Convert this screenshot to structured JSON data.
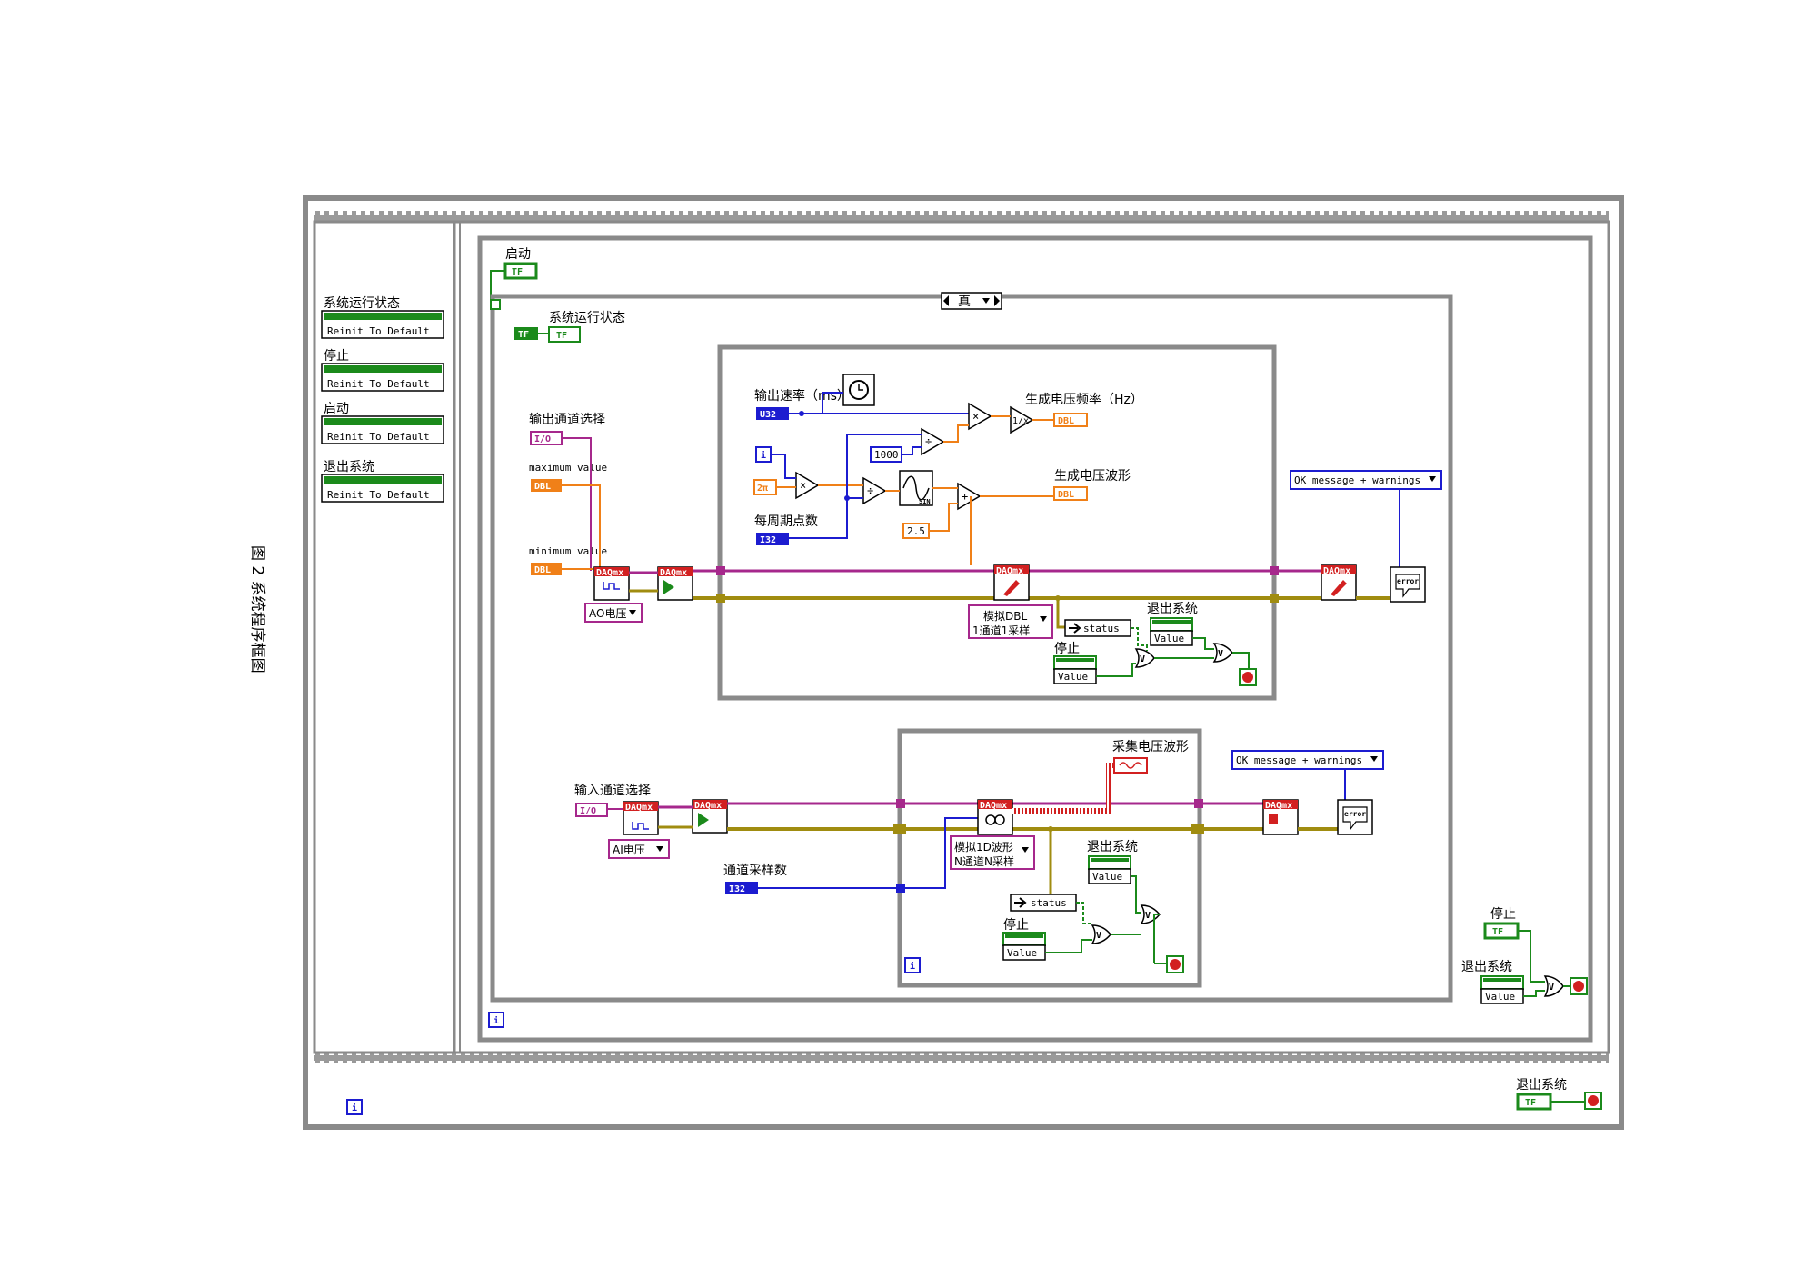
{
  "caption": "图 2 系统程序框图",
  "colors": {
    "boolean": "#1b8a1b",
    "dbl": "#f08018",
    "integer": "#1c1cd0",
    "ioname": "#a6288c",
    "error": "#a08c10",
    "frame": "#8a8a8a",
    "stop": "#d22020"
  },
  "left_panel": {
    "items": [
      {
        "label": "系统运行状态",
        "button": "Reinit To Default"
      },
      {
        "label": "停止",
        "button": "Reinit To Default"
      },
      {
        "label": "启动",
        "button": "Reinit To Default"
      },
      {
        "label": "退出系统",
        "button": "Reinit To Default"
      }
    ]
  },
  "outer_loop": {
    "iter": "i"
  },
  "middle_loop": {
    "iter": "i"
  },
  "start": {
    "label": "启动",
    "tf": "TF"
  },
  "case": {
    "selector": "真"
  },
  "status_block": {
    "label": "系统运行状态",
    "tf": "TF",
    "tf2": "TF"
  },
  "upper": {
    "channel_label": "输出通道选择",
    "io_tag": "I/O",
    "max_label": "maximum value",
    "min_label": "minimum value",
    "dbl_tag": "DBL",
    "ao_label": "AO电压",
    "daqmx": "DAQmx",
    "rate_label": "输出速率（ms）",
    "u32_tag": "U32",
    "i_tag": "i",
    "two_pi": "2π",
    "const_1000": "1000",
    "points_label": "每周期点数",
    "i32_tag": "I32",
    "const_25": "2.5",
    "freq_label": "生成电压频率（Hz）",
    "wave_label": "生成电压波形",
    "sin_tag": "SIN",
    "write_mode_l1": "模拟DBL",
    "write_mode_l2": "1通道1采样",
    "status": "status",
    "exit_label": "退出系统",
    "stop_label": "停止",
    "value_tag": "Value",
    "ok_msg": "OK message + warnings",
    "error_tag": "error"
  },
  "lower": {
    "channel_label": "输入通道选择",
    "io_tag": "I/O",
    "ai_label": "AI电压",
    "samples_label": "通道采样数",
    "i32_tag": "I32",
    "acq_label": "采集电压波形",
    "read_mode_l1": "模拟1D波形",
    "read_mode_l2": "N通道N采样",
    "status": "status",
    "exit_label": "退出系统",
    "stop_label": "停止",
    "value_tag": "Value",
    "ok_msg": "OK message + warnings",
    "error_tag": "error",
    "iter": "i"
  },
  "right_side": {
    "stop_label": "停止",
    "exit_label": "退出系统",
    "tf": "TF",
    "value_tag": "Value"
  },
  "bottom": {
    "exit_label": "退出系统",
    "tf": "TF",
    "iter": "i"
  }
}
